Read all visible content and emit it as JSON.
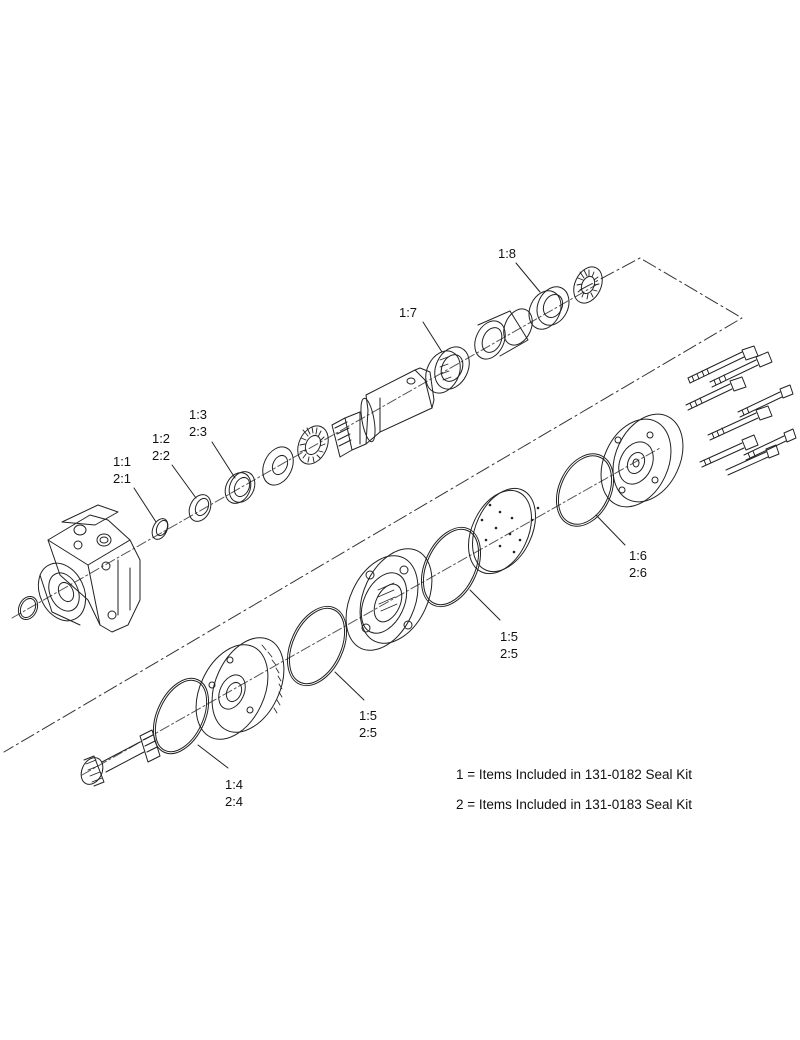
{
  "callouts": [
    {
      "id": "c11",
      "line1": "1:1",
      "line2": "2:1"
    },
    {
      "id": "c12",
      "line1": "1:2",
      "line2": "2:2"
    },
    {
      "id": "c13",
      "line1": "1:3",
      "line2": "2:3"
    },
    {
      "id": "c17",
      "line1": "1:7",
      "line2": ""
    },
    {
      "id": "c18",
      "line1": "1:8",
      "line2": ""
    },
    {
      "id": "c16",
      "line1": "1:6",
      "line2": "2:6"
    },
    {
      "id": "c15a",
      "line1": "1:5",
      "line2": "2:5"
    },
    {
      "id": "c15b",
      "line1": "1:5",
      "line2": "2:5"
    },
    {
      "id": "c14",
      "line1": "1:4",
      "line2": "2:4"
    }
  ],
  "legend": {
    "line1": "1 = Items Included in 131-0182 Seal Kit",
    "line2": "2 = Items Included in 131-0183 Seal Kit"
  }
}
